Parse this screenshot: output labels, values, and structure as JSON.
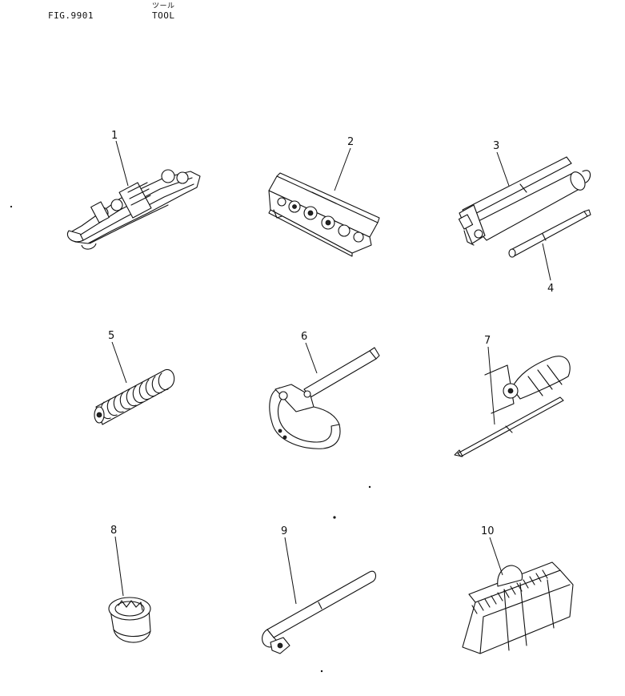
{
  "header": {
    "figure": "FIG.9901",
    "title_jp": "ツール",
    "title_en": "TOOL"
  },
  "parts": [
    {
      "no": "1",
      "icon": "wrench-set-icon"
    },
    {
      "no": "2",
      "icon": "socket-case-icon"
    },
    {
      "no": "3",
      "icon": "grease-gun-icon"
    },
    {
      "no": "4",
      "icon": "grease-nozzle-icon"
    },
    {
      "no": "5",
      "icon": "spring-icon"
    },
    {
      "no": "6",
      "icon": "filter-wrench-icon"
    },
    {
      "no": "7",
      "icon": "screwdriver-icon"
    },
    {
      "no": "8",
      "icon": "socket-icon"
    },
    {
      "no": "9",
      "icon": "box-wrench-icon"
    },
    {
      "no": "10",
      "icon": "tool-bag-icon"
    }
  ]
}
